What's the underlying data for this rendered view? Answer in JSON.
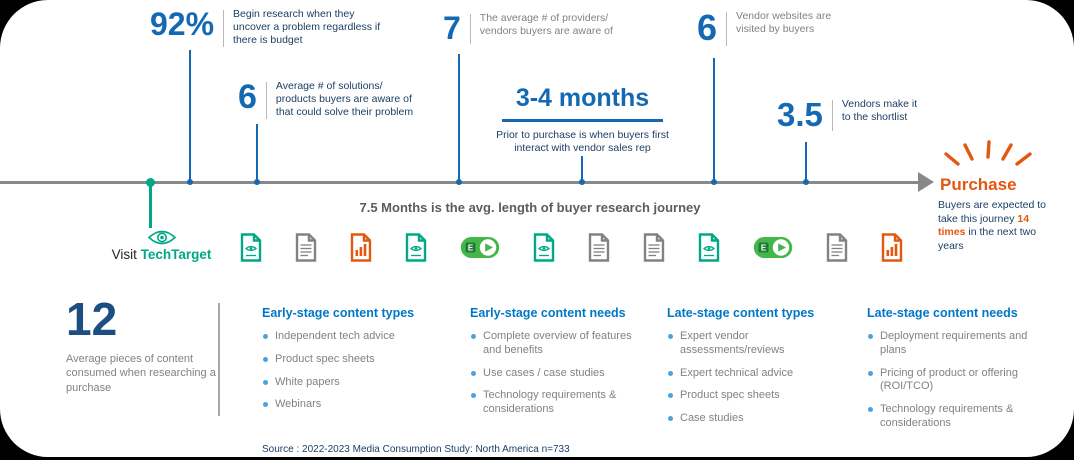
{
  "colors": {
    "number_blue": "#1569b3",
    "header_blue": "#0077c8",
    "teal": "#00a887",
    "orange": "#e4570f",
    "navy_text": "#1d3f63",
    "gray_text": "#808285",
    "timeline_gray": "#87888a",
    "video_green": "#45b649"
  },
  "timeline": {
    "avg_label": "7.5 Months is the avg. length of buyer research journey",
    "stats": [
      {
        "value": "92%",
        "desc": "Begin research when they uncover a problem regardless if there is budget"
      },
      {
        "value": "6",
        "desc": "Average # of solutions/ products buyers are aware of that could solve their problem"
      },
      {
        "value": "7",
        "desc": "The average # of providers/ vendors buyers are aware of"
      },
      {
        "value": "3-4 months",
        "desc": "Prior to purchase is when buyers first interact with vendor sales rep"
      },
      {
        "value": "6",
        "desc": "Vendor websites are visited by buyers"
      },
      {
        "value": "3.5",
        "desc": "Vendors make it to the shortlist"
      }
    ],
    "purchase": {
      "label": "Purchase",
      "desc_before": "Buyers are expected to take this journey ",
      "highlight": "14 times",
      "desc_after": " in the next two years"
    }
  },
  "logo": {
    "visit": "Visit ",
    "brand": "TechTarget"
  },
  "icons": [
    "doc-teal",
    "doc-gray",
    "doc-orange",
    "doc-teal",
    "video",
    "doc-teal",
    "doc-gray",
    "doc-gray",
    "doc-teal",
    "video",
    "doc-gray",
    "doc-orange"
  ],
  "bottom": {
    "count": "12",
    "count_desc": "Average pieces of content consumed when researching a purchase",
    "columns": [
      {
        "title": "Early-stage content types",
        "items": [
          "Independent tech advice",
          "Product spec sheets",
          "White papers",
          "Webinars"
        ]
      },
      {
        "title": "Early-stage content needs",
        "items": [
          "Complete overview of features and benefits",
          "Use cases / case studies",
          "Technology requirements & considerations"
        ]
      },
      {
        "title": "Late-stage content types",
        "items": [
          "Expert vendor assessments/reviews",
          "Expert technical advice",
          "Product spec sheets",
          "Case studies"
        ]
      },
      {
        "title": "Late-stage content needs",
        "items": [
          "Deployment requirements and plans",
          "Pricing of product or offering (ROI/TCO)",
          "Technology requirements & considerations"
        ]
      }
    ]
  },
  "source": "Source : 2022-2023 Media Consumption Study: North America n=733"
}
